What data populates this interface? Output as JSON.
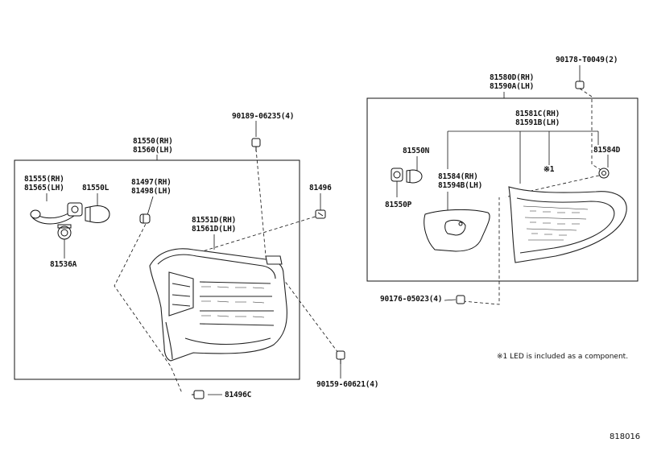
{
  "labels": {
    "p90189": "90189-06235(4)",
    "p81550rh": "81550(RH)",
    "p81560lh": "81560(LH)",
    "p81555rh": "81555(RH)",
    "p81565lh": "81565(LH)",
    "p81550L": "81550L",
    "p81497rh": "81497(RH)",
    "p81498lh": "81498(LH)",
    "p81496": "81496",
    "p81551Drh": "81551D(RH)",
    "p81561Dlh": "81561D(LH)",
    "p81536A": "81536A",
    "p90159": "90159-60621(4)",
    "p81496C": "81496C",
    "p90178": "90178-T0049(2)",
    "p81580Drh": "81580D(RH)",
    "p81590Alh": "81590A(LH)",
    "p81581Crh": "81581C(RH)",
    "p81591Blh": "81591B(LH)",
    "p81550N": "81550N",
    "p81584D": "81584D",
    "p81584rh": "81584(RH)",
    "p81594Blh": "81594B(LH)",
    "pstar1": "※1",
    "p81550P": "81550P",
    "p90176": "90176-05023(4)"
  },
  "note": "※1 LED is included as a component.",
  "figure_number": "818016"
}
